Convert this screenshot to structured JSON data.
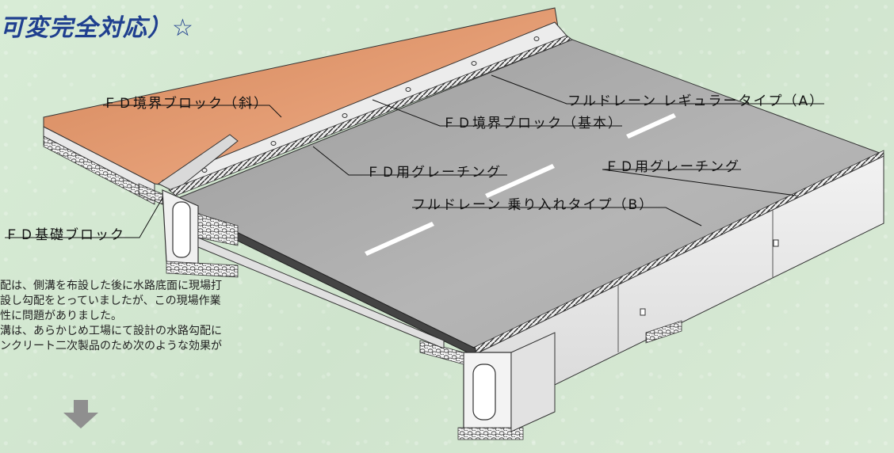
{
  "title": "可変完全対応）☆",
  "labels": {
    "fd_boundary_diagonal": "ＦＤ境界ブロック（斜）",
    "fulldrain_regular_a": "フルドレーン レギュラータイプ（A）",
    "fd_boundary_basic": "ＦＤ境界ブロック（基本）",
    "fd_grating_left": "ＦＤ用グレーチング",
    "fd_grating_right": "ＦＤ用グレーチング",
    "fulldrain_ride_in_b": "フルドレーン 乗り入れタイプ（B）",
    "fd_foundation_block": "ＦＤ基礎ブロック"
  },
  "paragraph": [
    "配は、側溝を布設した後に水路底面に現場打",
    "設し勾配をとっていましたが、この現場作業",
    "性に問題がありました。",
    "溝は、あらかじめ工場にて設計の水路勾配に",
    "ンクリート二次製品のため次のような効果が"
  ],
  "colors": {
    "title": "#1f3f8f",
    "road": "#a7a7a7",
    "sidewalk": "#d98a5c",
    "concrete": "#e6e6e6",
    "background": "#d6e9d4"
  }
}
